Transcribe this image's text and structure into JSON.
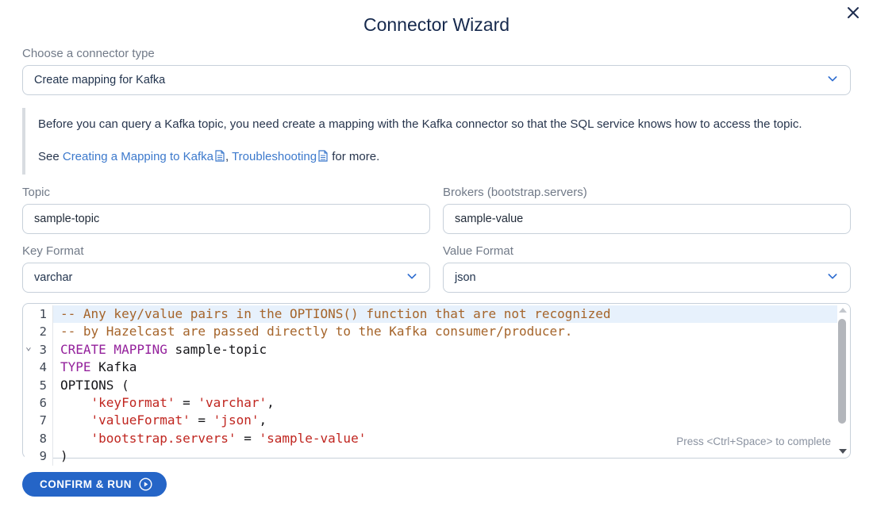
{
  "dialog": {
    "title": "Connector Wizard"
  },
  "connector_type": {
    "label": "Choose a connector type",
    "value": "Create mapping for Kafka"
  },
  "info": {
    "paragraph": "Before you can query a Kafka topic, you need create a mapping with the Kafka connector so that the SQL service knows how to access the topic.",
    "see_prefix": "See ",
    "link1": "Creating a Mapping to Kafka",
    "separator": ", ",
    "link2": "Troubleshooting",
    "suffix": " for more."
  },
  "fields": {
    "topic": {
      "label": "Topic",
      "value": "sample-topic"
    },
    "brokers": {
      "label": "Brokers (bootstrap.servers)",
      "value": "sample-value"
    },
    "key_format": {
      "label": "Key Format",
      "value": "varchar"
    },
    "value_format": {
      "label": "Value Format",
      "value": "json"
    }
  },
  "editor": {
    "hint": "Press <Ctrl+Space> to complete",
    "icons": {
      "fold": "⌄"
    },
    "lines": [
      {
        "num": 1,
        "active": true,
        "segments": [
          {
            "type": "comment",
            "text": "-- Any key/value pairs in the OPTIONS() function that are not recognized"
          }
        ]
      },
      {
        "num": 2,
        "segments": [
          {
            "type": "comment",
            "text": "-- by Hazelcast are passed directly to the Kafka consumer/producer."
          }
        ]
      },
      {
        "num": 3,
        "fold": true,
        "segments": [
          {
            "type": "keyword",
            "text": "CREATE MAPPING"
          },
          {
            "type": "plain",
            "text": " sample-topic"
          }
        ]
      },
      {
        "num": 4,
        "segments": [
          {
            "type": "keyword",
            "text": "TYPE"
          },
          {
            "type": "plain",
            "text": " Kafka"
          }
        ]
      },
      {
        "num": 5,
        "segments": [
          {
            "type": "plain",
            "text": "OPTIONS ("
          }
        ]
      },
      {
        "num": 6,
        "segments": [
          {
            "type": "plain",
            "text": "    "
          },
          {
            "type": "string",
            "text": "'keyFormat'"
          },
          {
            "type": "plain",
            "text": " = "
          },
          {
            "type": "string",
            "text": "'varchar'"
          },
          {
            "type": "plain",
            "text": ","
          }
        ]
      },
      {
        "num": 7,
        "segments": [
          {
            "type": "plain",
            "text": "    "
          },
          {
            "type": "string",
            "text": "'valueFormat'"
          },
          {
            "type": "plain",
            "text": " = "
          },
          {
            "type": "string",
            "text": "'json'"
          },
          {
            "type": "plain",
            "text": ","
          }
        ]
      },
      {
        "num": 8,
        "segments": [
          {
            "type": "plain",
            "text": "    "
          },
          {
            "type": "string",
            "text": "'bootstrap.servers'"
          },
          {
            "type": "plain",
            "text": " = "
          },
          {
            "type": "string",
            "text": "'sample-value'"
          }
        ]
      },
      {
        "num": 9,
        "segments": [
          {
            "type": "plain",
            "text": ")"
          }
        ]
      }
    ]
  },
  "confirm_button": {
    "label": "CONFIRM & RUN"
  },
  "colors": {
    "title_navy": "#16294d",
    "label_gray": "#717a88",
    "link_blue": "#3c79cc",
    "accent_blue": "#2d6cd0",
    "button_blue": "#2565c7",
    "comment": "#a5642a",
    "keyword": "#94219c",
    "string": "#c02620",
    "active_line_bg": "#e7f1fc"
  }
}
